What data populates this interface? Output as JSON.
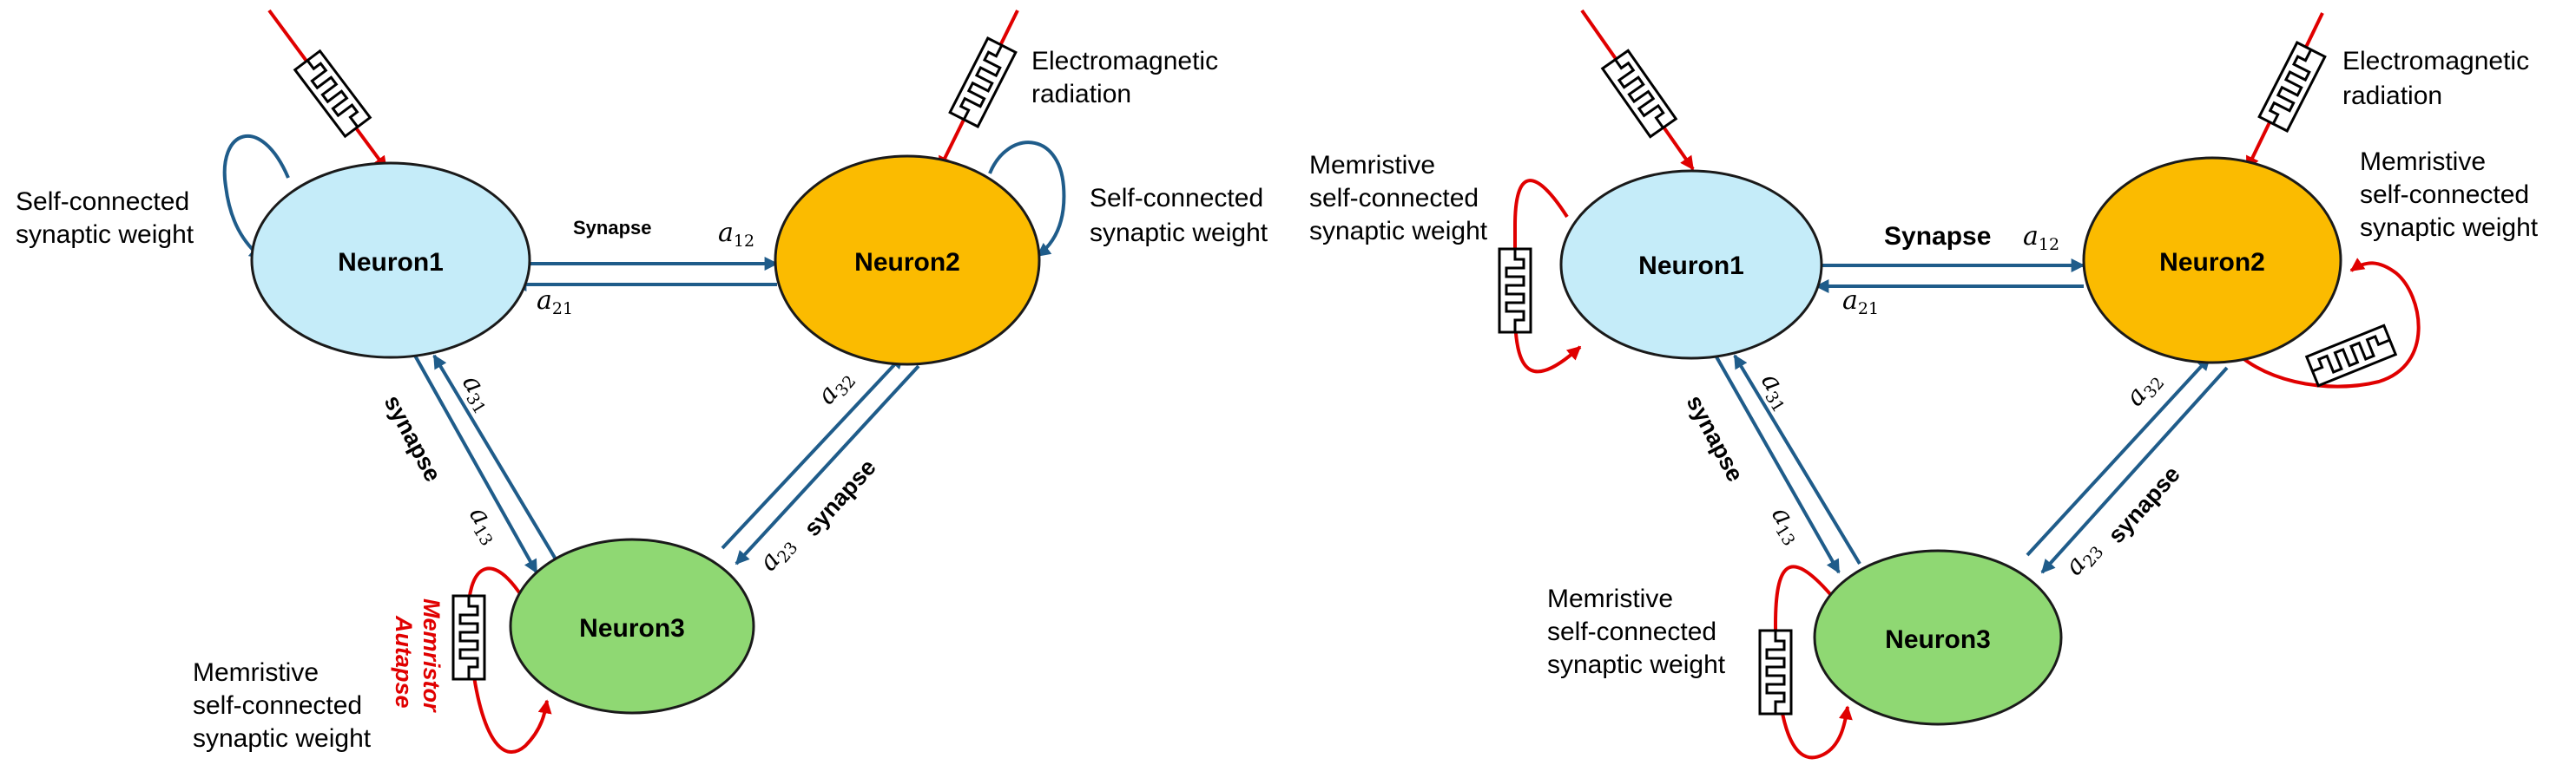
{
  "colors": {
    "neuron1": "#c5ecf9",
    "neuron2": "#fbbb00",
    "neuron3": "#8fd873",
    "arrow_blue": "#1f5c8a",
    "red": "#e00000"
  },
  "left": {
    "neuron1": "Neuron1",
    "neuron2": "Neuron2",
    "neuron3": "Neuron3",
    "self_weight_1": [
      "Self-connected",
      "synaptic weight"
    ],
    "self_weight_2": [
      "Self-connected",
      "synaptic weight"
    ],
    "em_radiation": [
      "Electromagnetic",
      "radiation"
    ],
    "synapse_top": "Synapse",
    "synapse_left": "synapse",
    "synapse_right": "synapse",
    "memristor_autapse": [
      "Memristor",
      "Autapse"
    ],
    "memristive_weight": [
      "Memristive",
      "self-connected",
      "synaptic weight"
    ]
  },
  "right": {
    "neuron1": "Neuron1",
    "neuron2": "Neuron2",
    "neuron3": "Neuron3",
    "memristive_weight_1": [
      "Memristive",
      "self-connected",
      "synaptic weight"
    ],
    "memristive_weight_2": [
      "Memristive",
      "self-connected",
      "synaptic weight"
    ],
    "memristive_weight_3": [
      "Memristive",
      "self-connected",
      "synaptic weight"
    ],
    "em_radiation": [
      "Electromagnetic",
      "radiation"
    ],
    "synapse_top": "Synapse",
    "synapse_left": "synapse",
    "synapse_right": "synapse"
  },
  "weights": {
    "symbol": "a",
    "w12": "12",
    "w21": "21",
    "w31": "31",
    "w13": "13",
    "w32": "32",
    "w23": "23"
  }
}
